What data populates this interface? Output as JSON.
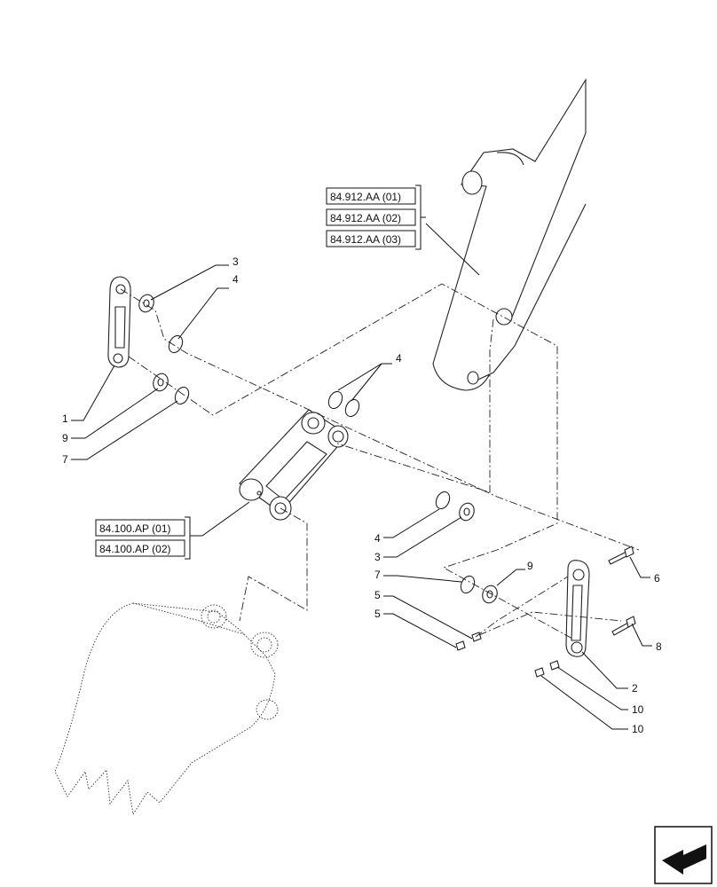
{
  "callouts": {
    "c3a": "3",
    "c4a": "4",
    "c1": "1",
    "c9a": "9",
    "c7a": "7",
    "c4b": "4",
    "c4c": "4",
    "c3b": "3",
    "c7b": "7",
    "c9b": "9",
    "c5a": "5",
    "c5b": "5",
    "c6": "6",
    "c8": "8",
    "c2": "2",
    "c10a": "10",
    "c10b": "10"
  },
  "references": {
    "arm_group": [
      "84.912.AA (01)",
      "84.912.AA (02)",
      "84.912.AA (03)"
    ],
    "link_group": [
      "84.100.AP (01)",
      "84.100.AP (02)"
    ]
  },
  "icons": {
    "nav_arrow": "previous-page-arrow-icon"
  }
}
